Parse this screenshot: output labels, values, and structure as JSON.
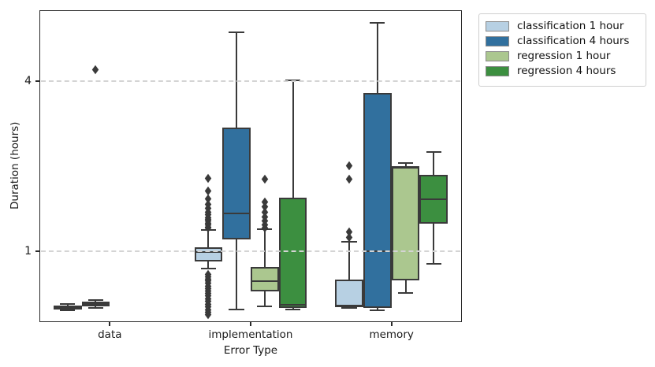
{
  "figure": {
    "background": "#ffffff",
    "plot_border_color": "#2a2a2a",
    "grid_color": "#d4d4d4",
    "box_edge_color": "#3a3a3a",
    "flier_color": "#3a3a3a",
    "grid_style": "dashed horizontal lines drawn above boxes"
  },
  "chart_data": {
    "type": "boxplot",
    "title": "",
    "xlabel": "Error Type",
    "ylabel": "Duration (hours)",
    "yscale": "log",
    "ylim": [
      0.56,
      7.15
    ],
    "yticks": [
      {
        "value": 4,
        "label": "4"
      },
      {
        "value": 1,
        "label": "1"
      }
    ],
    "grid": true,
    "legend_position": "upper-right outside axes",
    "categories": [
      "data",
      "implementation",
      "memory"
    ],
    "series": [
      {
        "name": "classification 1 hour",
        "color": "#b7d0e3",
        "boxes": [
          {
            "whislo": 0.615,
            "q1": 0.622,
            "med": 0.63,
            "q3": 0.64,
            "whishi": 0.648,
            "fliers": []
          },
          {
            "whislo": 0.865,
            "q1": 0.92,
            "med": 0.99,
            "q3": 1.03,
            "whishi": 1.19,
            "fliers": [
              1.82,
              1.64,
              1.54,
              1.47,
              1.42,
              1.38,
              1.35,
              1.32,
              1.3,
              1.28,
              1.26,
              1.24,
              1.22,
              1.21,
              0.83,
              0.815,
              0.8,
              0.785,
              0.77,
              0.755,
              0.74,
              0.725,
              0.71,
              0.695,
              0.68,
              0.665,
              0.65,
              0.635,
              0.62,
              0.608,
              0.598
            ]
          },
          {
            "whislo": 0.628,
            "q1": 0.633,
            "med": 0.64,
            "q3": 0.79,
            "whishi": 1.08,
            "fliers": [
              2.02,
              1.8,
              1.17,
              1.12
            ]
          }
        ]
      },
      {
        "name": "classification 4 hours",
        "color": "#31709e",
        "boxes": [
          {
            "whislo": 0.628,
            "q1": 0.636,
            "med": 0.648,
            "q3": 0.66,
            "whishi": 0.672,
            "fliers": [
              4.4
            ]
          },
          {
            "whislo": 0.62,
            "q1": 1.1,
            "med": 1.36,
            "q3": 2.74,
            "whishi": 5.97,
            "fliers": []
          },
          {
            "whislo": 0.618,
            "q1": 0.63,
            "med": 1.0,
            "q3": 3.64,
            "whishi": 6.45,
            "fliers": []
          }
        ]
      },
      {
        "name": "regression 1 hour",
        "color": "#abc78f",
        "boxes": [
          null,
          {
            "whislo": 0.635,
            "q1": 0.718,
            "med": 0.78,
            "q3": 0.88,
            "whishi": 1.2,
            "fliers": [
              1.8,
              1.5,
              1.44,
              1.38,
              1.33,
              1.28,
              1.24,
              1.21
            ]
          },
          {
            "whislo": 0.71,
            "q1": 0.786,
            "med": 1.97,
            "q3": 2.0,
            "whishi": 2.05,
            "fliers": []
          }
        ]
      },
      {
        "name": "regression 4 hours",
        "color": "#3c8f40",
        "boxes": [
          null,
          {
            "whislo": 0.62,
            "q1": 0.628,
            "med": 0.645,
            "q3": 1.55,
            "whishi": 4.03,
            "fliers": []
          },
          {
            "whislo": 0.9,
            "q1": 1.25,
            "med": 1.53,
            "q3": 1.86,
            "whishi": 2.25,
            "fliers": []
          }
        ]
      }
    ]
  },
  "legend": {
    "items": [
      {
        "label": "classification 1 hour",
        "color": "#b7d0e3"
      },
      {
        "label": "classification 4 hours",
        "color": "#31709e"
      },
      {
        "label": "regression 1 hour",
        "color": "#abc78f"
      },
      {
        "label": "regression 4 hours",
        "color": "#3c8f40"
      }
    ]
  }
}
